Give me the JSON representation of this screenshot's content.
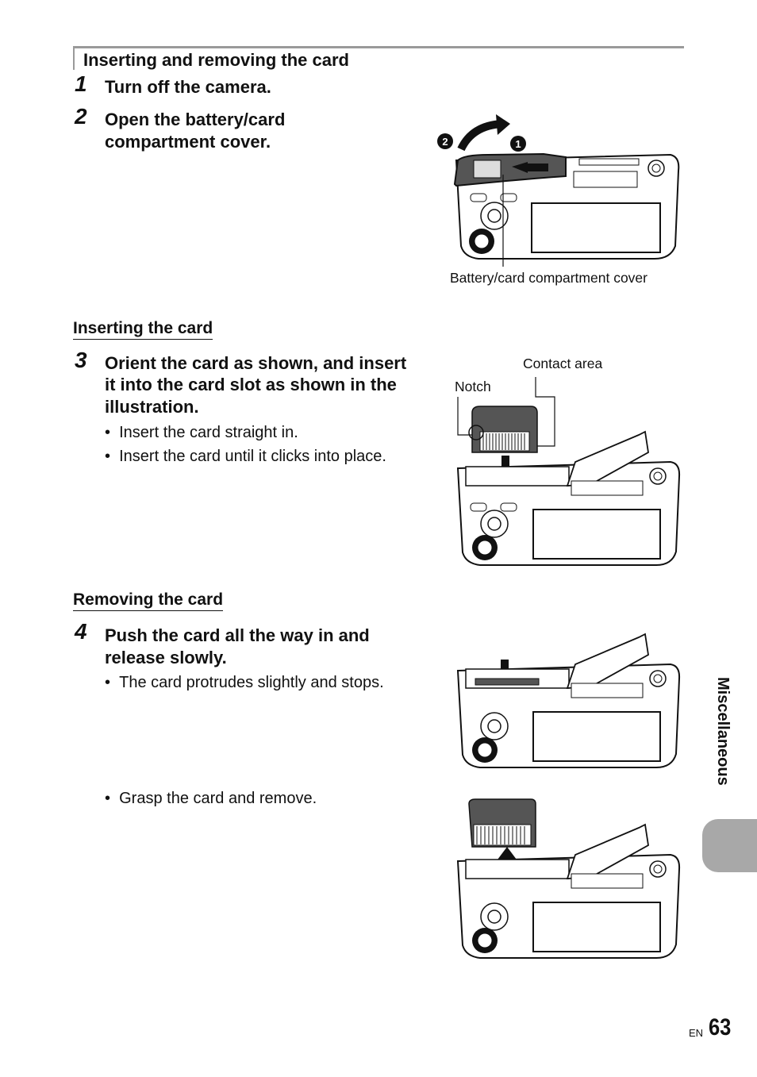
{
  "section_title": "Inserting and removing the card",
  "steps": [
    {
      "num": "1",
      "text": "Turn off the camera."
    },
    {
      "num": "2",
      "line1": "Open the battery/card",
      "line2": "compartment cover."
    },
    {
      "num": "3",
      "line1": "Orient the card as shown, and insert",
      "line2": "it into the card slot as shown in the",
      "line3": "illustration."
    },
    {
      "num": "4",
      "line1": "Push the card all the way in and",
      "line2": "release slowly."
    }
  ],
  "subheads": {
    "inserting": "Inserting the card",
    "removing": "Removing the card"
  },
  "bullets": {
    "insert_straight": "Insert the card straight in.",
    "insert_clicks": "Insert the card until it clicks into place.",
    "protrudes": "The card protrudes slightly and stops.",
    "grasp": "Grasp the card and remove."
  },
  "captions": {
    "cover": "Battery/card compartment cover",
    "contact": "Contact area",
    "notch": "Notch"
  },
  "markers": {
    "m1": "1",
    "m2": "2"
  },
  "side_tab": "Miscellaneous",
  "page": {
    "lang": "EN",
    "number": "63"
  }
}
